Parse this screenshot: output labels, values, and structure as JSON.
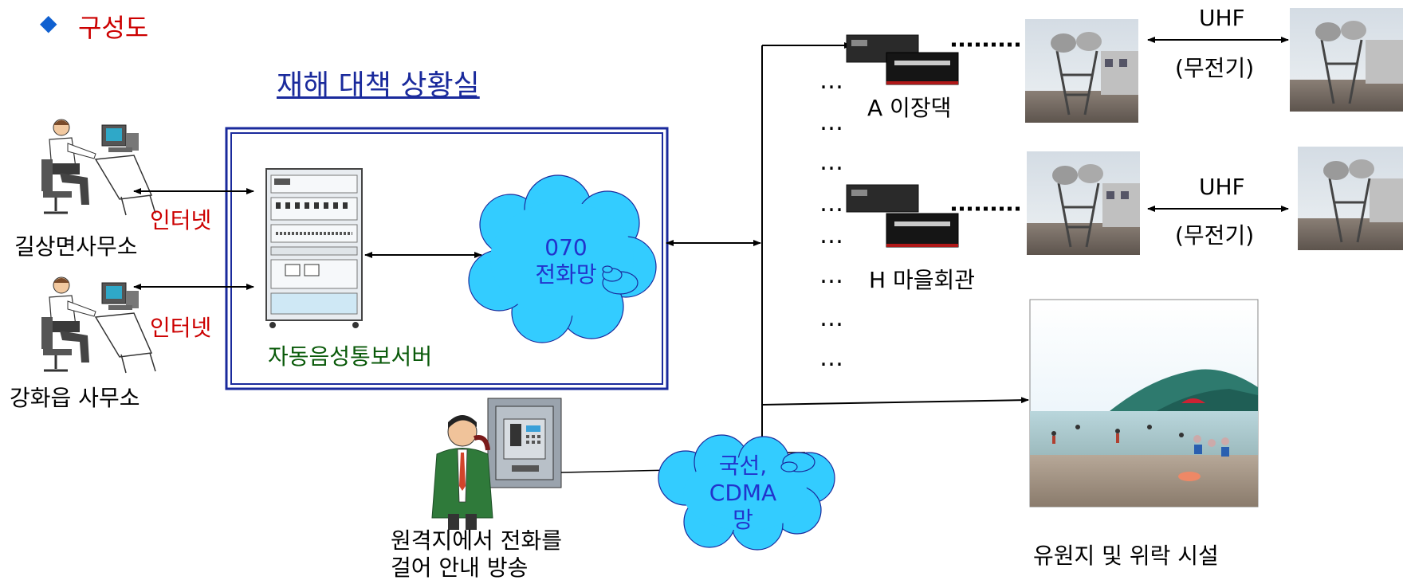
{
  "header": {
    "bullet": "◆",
    "title": "구성도"
  },
  "control_room": {
    "title": "재해 대책 상황실",
    "server_label": "자동음성통보서버",
    "cloud_label": [
      "070",
      "전화망"
    ]
  },
  "offices": [
    {
      "name": "길상면사무소",
      "link_label": "인터넷"
    },
    {
      "name": "강화읍 사무소",
      "link_label": "인터넷"
    }
  ],
  "phone_network": {
    "cloud_label": [
      "국선,",
      "CDMA",
      "망"
    ]
  },
  "caller": {
    "caption": [
      "원격지에서 전화를",
      "걸어 안내 방송"
    ]
  },
  "stations": [
    {
      "name": "A 이장댁",
      "link": "UHF",
      "link_sub": "(무전기)"
    },
    {
      "name": "H 마을회관",
      "link": "UHF",
      "link_sub": "(무전기)"
    }
  ],
  "ellipsis": "…",
  "resort": {
    "caption": "유원지 및 위락 시설"
  },
  "colors": {
    "navy": "#1a2a9c",
    "red": "#cc0000",
    "green": "#0a5a0a",
    "cloud": "#33ccff",
    "cloud_text": "#2233cc",
    "bullet": "#1060d0"
  }
}
